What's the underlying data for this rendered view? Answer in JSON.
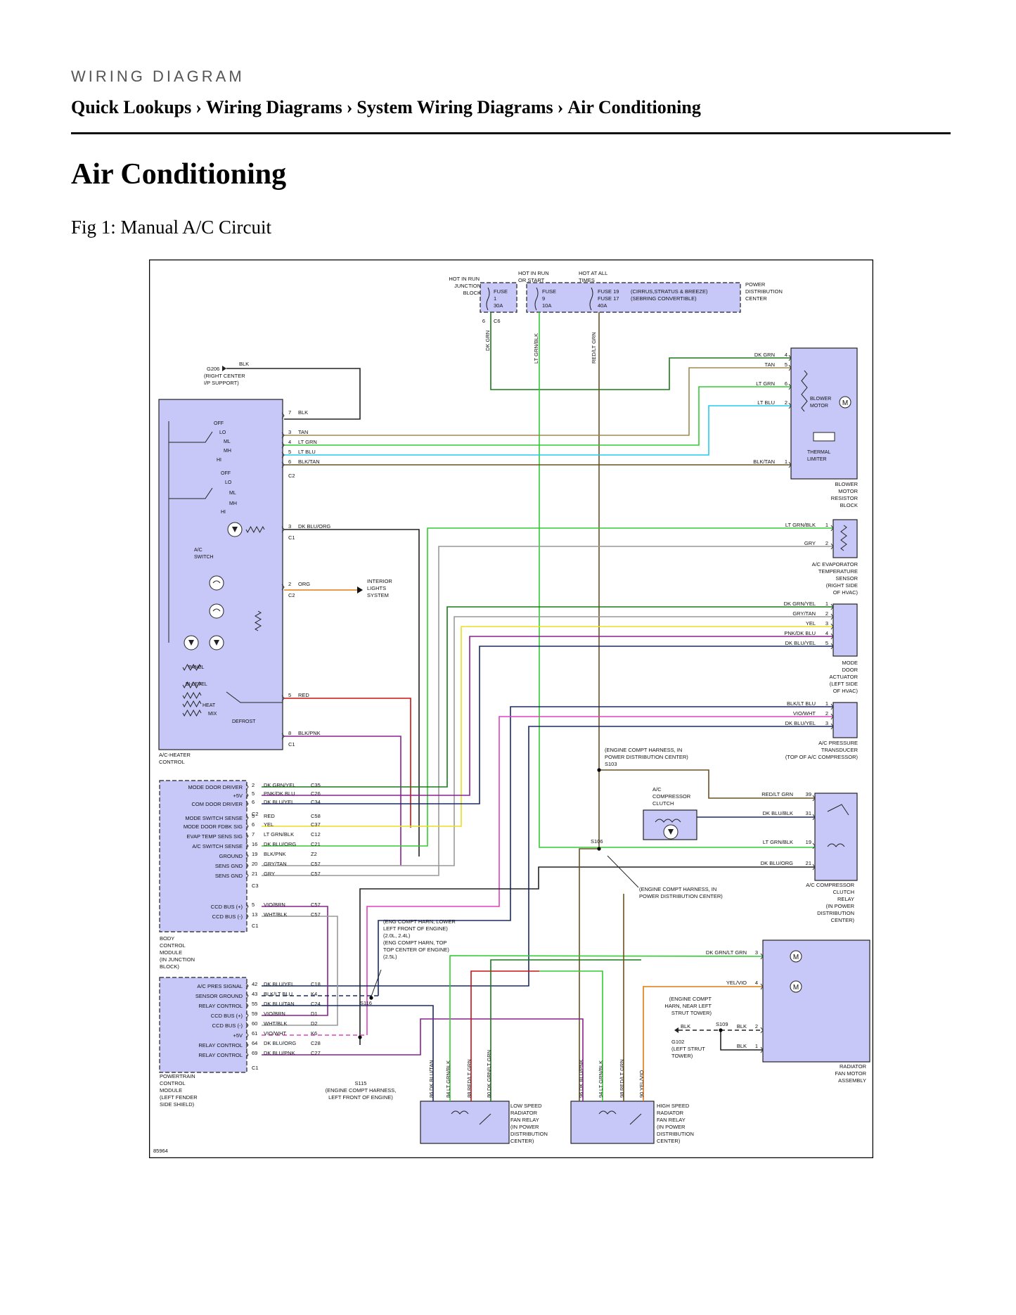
{
  "header": {
    "section_label": "WIRING DIAGRAM",
    "breadcrumb": [
      "Quick Lookups",
      "Wiring Diagrams",
      "System Wiring Diagrams",
      "Air Conditioning"
    ],
    "separator": "›"
  },
  "page_title": "Air Conditioning",
  "figure_caption": "Fig 1: Manual A/C Circuit",
  "diagram": {
    "figure_number": "85964",
    "wire_colors": {
      "dk_grn": "#1a7a1a",
      "lt_grn": "#33cc33",
      "tan": "#a08850",
      "lt_blu": "#22ccee",
      "blk": "#222222",
      "dk_blu": "#1a2a6a",
      "org": "#e07a10",
      "red": "#cc1111",
      "pnk": "#e040c0",
      "gry": "#999999",
      "yel": "#e8e020",
      "vio": "#8a2090",
      "brn": "#6a5020",
      "component_fill": "#c8c8f8"
    },
    "top": {
      "hot_in_run": "HOT IN RUN",
      "hot_in_run_or_start": [
        "HOT IN RUN",
        "OR START"
      ],
      "hot_at_all_times": [
        "HOT AT ALL",
        "TIMES"
      ],
      "junction_block": [
        "JUNCTION",
        "BLOCK"
      ],
      "power_distribution_center": [
        "POWER",
        "DISTRIBUTION",
        "CENTER"
      ],
      "fuse1": [
        "FUSE",
        "1",
        "30A"
      ],
      "fuse9": [
        "FUSE",
        "9",
        "10A"
      ],
      "fuse19": [
        "FUSE 19",
        "FUSE 17",
        "40A"
      ],
      "fuse19_notes": [
        "(CIRRUS,STRATUS & BREEZE)",
        "(SEBRING CONVERTIBLE)"
      ],
      "c6": "C6",
      "pin6": "6",
      "vert_dk_grn": "DK GRN",
      "vert_lt_grn_blk": "LT GRN/BLK",
      "vert_red_lt_grn": "RED/LT GRN"
    },
    "ground_g206": {
      "name": "G206",
      "wire": "BLK",
      "location": [
        "(RIGHT CENTER",
        "I/P SUPPORT)"
      ]
    },
    "hvac_control": {
      "name": [
        "A/C-HEATER",
        "CONTROL"
      ],
      "blower_positions": [
        "OFF",
        "LO",
        "ML",
        "MH",
        "HI"
      ],
      "ac_positions": [
        "OFF",
        "LO",
        "ML",
        "MH",
        "HI"
      ],
      "ac_switch": [
        "A/C",
        "SWITCH"
      ],
      "mode_positions": [
        "PANEL",
        "BI-LEVEL",
        "HEAT",
        "MIX",
        "DEFROST"
      ],
      "pins": [
        {
          "pin": "7",
          "wire": "BLK"
        },
        {
          "pin": "3",
          "wire": "TAN"
        },
        {
          "pin": "4",
          "wire": "LT GRN"
        },
        {
          "pin": "5",
          "wire": "LT BLU"
        },
        {
          "pin": "6",
          "wire": "BLK/TAN"
        },
        {
          "pin": "3",
          "wire": "DK BLU/ORG"
        },
        {
          "pin": "2",
          "wire": "ORG"
        },
        {
          "pin": "5",
          "wire": "RED"
        },
        {
          "pin": "8",
          "wire": "BLK/PNK"
        }
      ],
      "connectors": [
        "C2",
        "C1",
        "C2",
        "C1"
      ]
    },
    "interior_lights": [
      "INTERIOR",
      "LIGHTS",
      "SYSTEM"
    ],
    "blower_motor": {
      "pins": [
        {
          "pin": "4",
          "wire": "DK GRN"
        },
        {
          "pin": "5",
          "wire": "TAN"
        },
        {
          "pin": "6",
          "wire": "LT GRN"
        },
        {
          "pin": "2",
          "wire": "LT BLU"
        },
        {
          "pin": "1",
          "wire": "BLK/TAN"
        }
      ],
      "motor_label": [
        "BLOWER",
        "MOTOR"
      ],
      "motor_symbol": "M",
      "limiter": [
        "THERMAL",
        "LIMITER"
      ],
      "name": [
        "BLOWER",
        "MOTOR",
        "RESISTOR",
        "BLOCK"
      ]
    },
    "evap_sensor": {
      "pins": [
        {
          "pin": "1",
          "wire": "LT GRN/BLK"
        },
        {
          "pin": "2",
          "wire": "GRY"
        }
      ],
      "name": [
        "A/C EVAPORATOR",
        "TEMPERATURE",
        "SENSOR",
        "(RIGHT SIDE",
        "OF HVAC)"
      ]
    },
    "mode_actuator": {
      "pins": [
        {
          "pin": "1",
          "wire": "DK GRN/YEL"
        },
        {
          "pin": "2",
          "wire": "GRY/TAN"
        },
        {
          "pin": "3",
          "wire": "YEL"
        },
        {
          "pin": "4",
          "wire": "PNK/DK BLU"
        },
        {
          "pin": "5",
          "wire": "DK BLU/YEL"
        }
      ],
      "name": [
        "MODE",
        "DOOR",
        "ACTUATOR",
        "(LEFT SIDE",
        "OF HVAC)"
      ]
    },
    "pressure_transducer": {
      "pins": [
        {
          "pin": "1",
          "wire": "BLK/LT BLU"
        },
        {
          "pin": "2",
          "wire": "VIO/WHT"
        },
        {
          "pin": "3",
          "wire": "DK BLU/YEL"
        }
      ],
      "name": [
        "A/C PRESSURE",
        "TRANSDUCER",
        "(TOP OF A/C COMPRESSOR)"
      ]
    },
    "s103": {
      "note": [
        "(ENGINE COMPT HARNESS, IN",
        "POWER DISTRIBUTION CENTER)"
      ],
      "name": "S103"
    },
    "compressor_clutch": [
      "A/C",
      "COMPRESSOR",
      "CLUTCH"
    ],
    "clutch_relay": {
      "pins": [
        {
          "pin": "39",
          "wire": "RED/LT GRN"
        },
        {
          "pin": "31",
          "wire": "DK BLU/BLK"
        },
        {
          "pin": "19",
          "wire": "LT GRN/BLK"
        },
        {
          "pin": "21",
          "wire": "DK BLU/ORG"
        }
      ],
      "name": [
        "A/C COMPRESSOR",
        "CLUTCH",
        "RELAY",
        "(IN POWER",
        "DISTRIBUTION",
        "CENTER)"
      ]
    },
    "s106": {
      "name": "S106",
      "note": [
        "(ENGINE COMPT HARNESS, IN",
        "POWER DISTRIBUTION CENTER)"
      ]
    },
    "bcm": {
      "name": [
        "BODY",
        "CONTROL",
        "MODULE",
        "(IN JUNCTION",
        "BLOCK)"
      ],
      "rows": [
        {
          "label": "MODE DOOR DRIVER",
          "pin": "2",
          "wire": "DK GRN/YEL",
          "conn": "C35"
        },
        {
          "label": "+5V",
          "pin": "5",
          "wire": "PNK/DK BLU",
          "conn": "C26"
        },
        {
          "label": "COM DOOR DRIVER",
          "pin": "6",
          "wire": "DK BLU/YEL",
          "conn": "C34"
        },
        {
          "label": "MODE SWITCH SENSE",
          "pin": "5",
          "wire": "RED",
          "conn": "C58"
        },
        {
          "label": "MODE DOOR FDBK SIG",
          "pin": "6",
          "wire": "YEL",
          "conn": "C37"
        },
        {
          "label": "EVAP TEMP SENS SIG",
          "pin": "7",
          "wire": "LT GRN/BLK",
          "conn": "C12"
        },
        {
          "label": "A/C SWITCH SENSE",
          "pin": "16",
          "wire": "DK BLU/ORG",
          "conn": "C21"
        },
        {
          "label": "GROUND",
          "pin": "19",
          "wire": "BLK/PNK",
          "conn": "Z2"
        },
        {
          "label": "SENS GND",
          "pin": "20",
          "wire": "GRY/TAN",
          "conn": "C57"
        },
        {
          "label": "SENS GND",
          "pin": "21",
          "wire": "GRY",
          "conn": "C57"
        },
        {
          "label": "CCD BUS (+)",
          "pin": "5",
          "wire": "VIO/BRN",
          "conn": "C57"
        },
        {
          "label": "CCD BUS (-)",
          "pin": "13",
          "wire": "WHT/BLK",
          "conn": "C57"
        }
      ],
      "connectors": [
        "C2",
        "C3",
        "C1"
      ]
    },
    "pcm": {
      "name": [
        "POWERTRAIN",
        "CONTROL",
        "MODULE",
        "(LEFT FENDER",
        "SIDE SHIELD)"
      ],
      "rows": [
        {
          "label": "A/C PRES SIGNAL",
          "pin": "42",
          "wire": "DK BLU/YEL",
          "conn": "C18"
        },
        {
          "label": "SENSOR GROUND",
          "pin": "43",
          "wire": "BLK/LT BLU",
          "conn": "K4"
        },
        {
          "label": "RELAY CONTROL",
          "pin": "55",
          "wire": "DK BLU/TAN",
          "conn": "C24"
        },
        {
          "label": "CCD BUS (+)",
          "pin": "59",
          "wire": "VIO/BRN",
          "conn": "D1"
        },
        {
          "label": "CCD BUS (-)",
          "pin": "60",
          "wire": "WHT/BLK",
          "conn": "D2"
        },
        {
          "label": "+5V",
          "pin": "61",
          "wire": "VIO/WHT",
          "conn": "K6"
        },
        {
          "label": "RELAY CONTROL",
          "pin": "64",
          "wire": "DK BLU/ORG",
          "conn": "C28"
        },
        {
          "label": "RELAY CONTROL",
          "pin": "69",
          "wire": "DK BLU/PNK",
          "conn": "C27"
        }
      ],
      "connector": "C1"
    },
    "s116": {
      "name": "S116",
      "note": [
        "(ENG COMPT HARN, LOWER",
        "LEFT FRONT OF ENGINE)",
        "(2.0L, 2.4L)",
        "(ENG COMPT HARN, TOP",
        "TOP CENTER OF ENGINE)",
        "(2.5L)"
      ]
    },
    "s115": {
      "name": "S115",
      "note": [
        "(ENGINE COMPT HARNESS,",
        "LEFT FRONT OF ENGINE)"
      ]
    },
    "low_relay": {
      "pins": [
        {
          "pin": "86",
          "wire": "DK BLU/TAN"
        },
        {
          "pin": "84",
          "wire": "LT GRN/BLK"
        },
        {
          "pin": "88",
          "wire": "RED/LT GRN"
        },
        {
          "pin": "80",
          "wire": "DK GRN/LT GRN"
        }
      ],
      "name": [
        "LOW SPEED",
        "RADIATOR",
        "FAN RELAY",
        "(IN POWER",
        "DISTRIBUTION",
        "CENTER)"
      ]
    },
    "high_relay": {
      "pins": [
        {
          "pin": "96",
          "wire": "DK BLU/PNK"
        },
        {
          "pin": "94",
          "wire": "LT GRN/BLK"
        },
        {
          "pin": "98",
          "wire": "RED/LT GRN"
        },
        {
          "pin": "90",
          "wire": "YEL/VIO"
        }
      ],
      "name": [
        "HIGH SPEED",
        "RADIATOR",
        "FAN RELAY",
        "(IN POWER",
        "DISTRIBUTION",
        "CENTER)"
      ]
    },
    "fan_motor": {
      "pins": [
        {
          "pin": "3",
          "wire": "DK GRN/LT GRN"
        },
        {
          "pin": "4",
          "wire": "YEL/VIO"
        },
        {
          "pin": "2",
          "wire": "BLK"
        },
        {
          "pin": "1",
          "wire": "BLK"
        }
      ],
      "name": [
        "RADIATOR",
        "FAN MOTOR",
        "ASSEMBLY"
      ]
    },
    "s109": {
      "name": "S109",
      "note": [
        "(ENGINE COMPT",
        "HARN, NEAR LEFT",
        "STRUT TOWER)"
      ]
    },
    "g102": {
      "name": "G102",
      "wire": "BLK",
      "location": [
        "(LEFT STRUT",
        "TOWER)"
      ]
    }
  }
}
